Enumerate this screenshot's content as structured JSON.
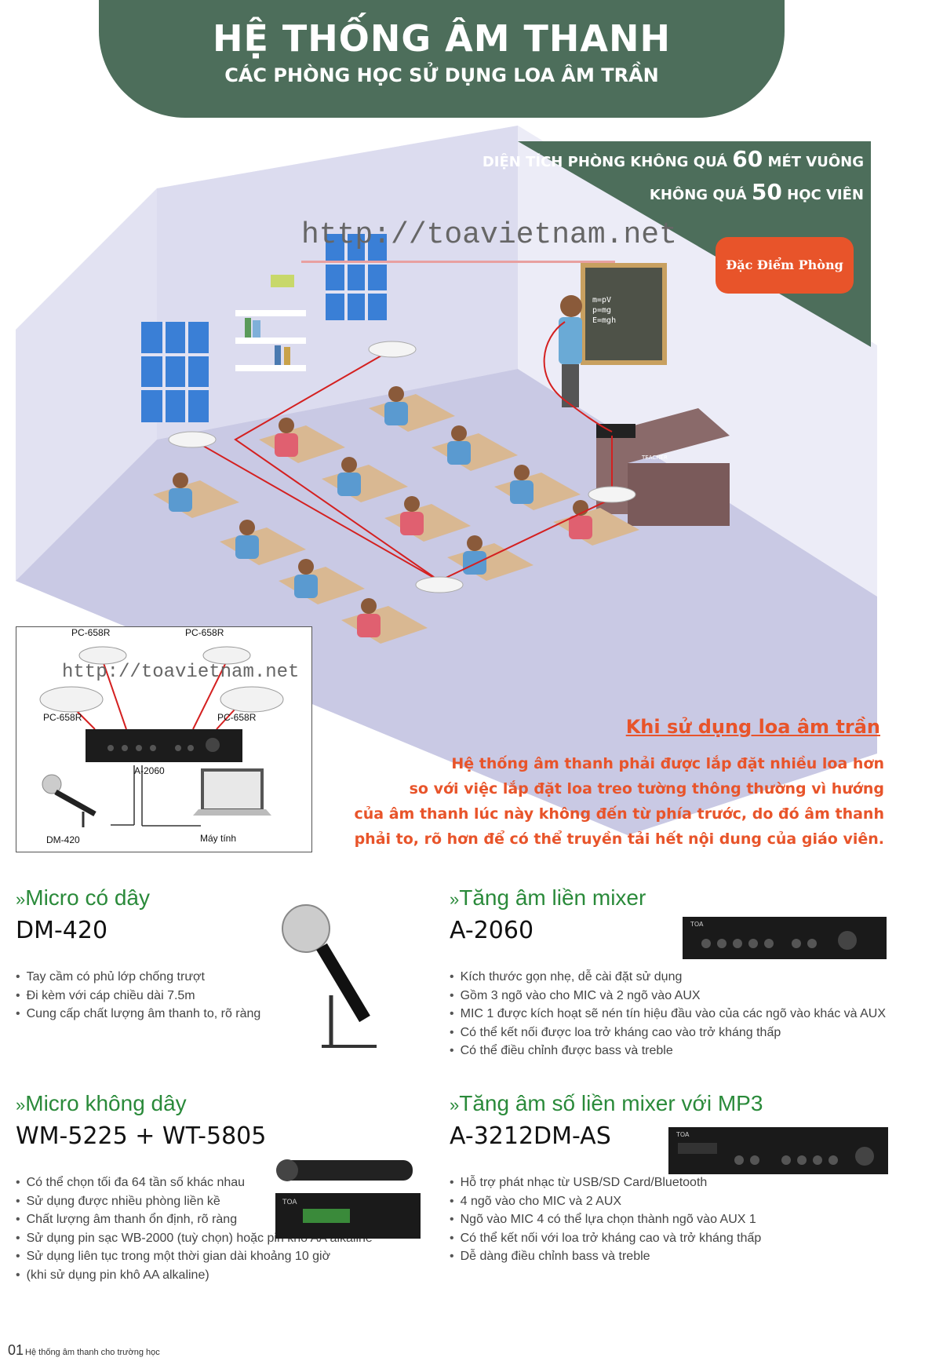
{
  "header": {
    "title": "HỆ THỐNG ÂM THANH",
    "subtitle": "CÁC PHÒNG HỌC SỬ DỤNG LOA ÂM TRẦN"
  },
  "badge": {
    "line1_pre": "DIỆN TÍCH PHÒNG KHÔNG QUÁ",
    "line1_num": "60",
    "line1_post": "MÉT VUÔNG",
    "line2_pre": "KHÔNG QUÁ",
    "line2_num": "50",
    "line2_post": "HỌC VIÊN",
    "button": "Đặc Điểm Phòng"
  },
  "watermark": "http://toavietnam.net",
  "blackboard": {
    "text1": "m=pV",
    "text2": "p=mg",
    "text3": "E=mgh"
  },
  "teacher_desk_label": "TEACHER",
  "diagram": {
    "speaker1": "PC-658R",
    "speaker2": "PC-658R",
    "speaker3": "PC-658R",
    "speaker4": "PC-658R",
    "amp": "A-2060",
    "mic": "DM-420",
    "laptop": "Máy tính"
  },
  "note": {
    "title": "Khi sử dụng loa âm trần",
    "lines": [
      "Hệ thống âm thanh phải được lắp đặt nhiều loa hơn",
      "so với việc lắp đặt loa treo tường thông thường vì hướng",
      "của âm thanh lúc này không đến từ phía trước, do đó âm thanh",
      "phải to, rõ hơn để có thể truyền tải hết nội dung của giáo viên."
    ]
  },
  "products": [
    {
      "category": "Micro có dây",
      "model": "DM-420",
      "features": [
        "Tay cầm có phủ lớp chống trượt",
        "Đi kèm với cáp chiều dài 7.5m",
        "Cung cấp chất lượng âm thanh to, rõ ràng"
      ]
    },
    {
      "category": "Tăng âm liền mixer",
      "model": "A-2060",
      "features": [
        "Kích thước gọn nhẹ, dễ cài đặt sử dụng",
        "Gồm 3 ngõ vào cho MIC và 2 ngõ vào AUX",
        "MIC 1 được kích hoạt sẽ nén tín hiệu đầu vào của các ngõ vào khác và AUX",
        "Có thể kết nối được loa trở kháng cao vào trở kháng thấp",
        "Có thể điều chỉnh được bass và treble"
      ]
    },
    {
      "category": "Micro không dây",
      "model": "WM-5225 + WT-5805",
      "features": [
        "Có thể chọn tối đa 64 tần số khác nhau",
        "Sử dụng được nhiều phòng liền kề",
        "Chất lượng âm thanh ổn định, rõ ràng",
        "Sử dụng pin sạc WB-2000 (tuỳ chọn) hoặc pin khô AA alkaline",
        "Sử dụng liên tục trong một thời gian dài khoảng 10 giờ",
        "(khi sử dụng pin khô AA alkaline)"
      ]
    },
    {
      "category": "Tăng âm số liền mixer với MP3",
      "model": "A-3212DM-AS",
      "features": [
        "Hỗ trợ phát nhạc từ USB/SD Card/Bluetooth",
        "4 ngõ vào cho MIC và 2 AUX",
        "Ngõ vào MIC 4 có thể lựa chọn thành ngõ vào AUX 1",
        "Có thể kết nối với loa trở kháng cao và trở kháng thấp",
        "Dễ dàng điều chỉnh bass và treble"
      ]
    }
  ],
  "brand": "TOA",
  "marker": "»",
  "footer": {
    "page": "01",
    "text": "Hệ thống âm thanh cho trường học"
  },
  "colors": {
    "header_green": "#4d6e5b",
    "accent_orange": "#e8542a",
    "category_green": "#2a8a3a",
    "wire_red": "#d42020"
  }
}
